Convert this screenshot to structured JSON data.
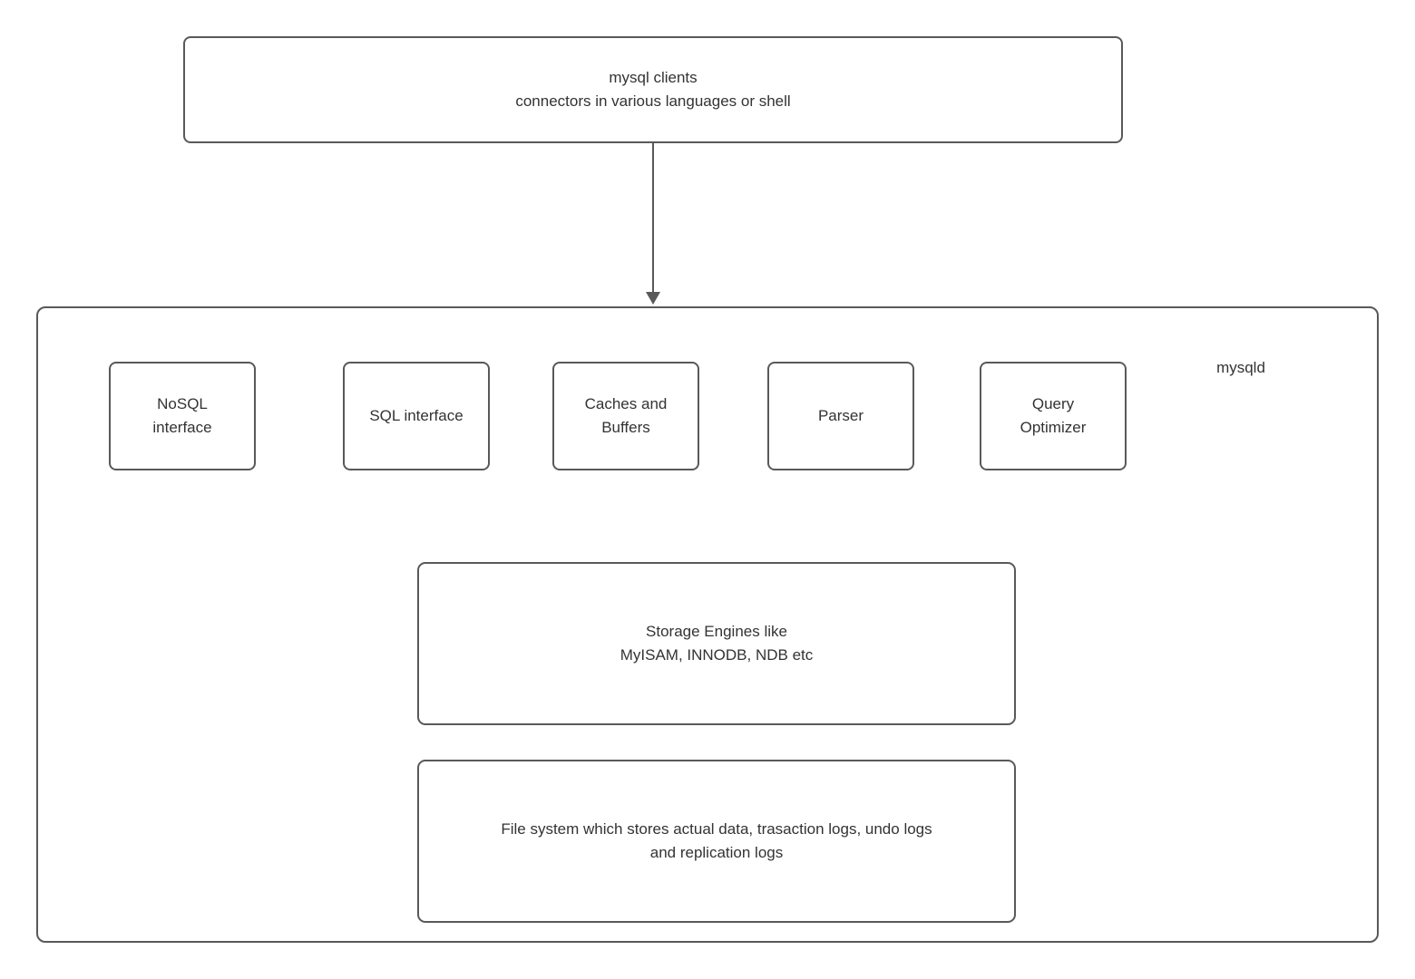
{
  "colors": {
    "border": "#595959",
    "text": "#333333",
    "background": "#ffffff"
  },
  "client_box": {
    "line1": "mysql clients",
    "line2": "connectors in various languages or shell"
  },
  "container_label": "mysqld",
  "interfaces": [
    {
      "line1": "NoSQL",
      "line2": "interface"
    },
    {
      "line1": "SQL interface",
      "line2": ""
    },
    {
      "line1": "Caches and",
      "line2": "Buffers"
    },
    {
      "line1": "Parser",
      "line2": ""
    },
    {
      "line1": "Query",
      "line2": "Optimizer"
    }
  ],
  "storage_box": {
    "line1": "Storage Engines like",
    "line2": "MyISAM, INNODB, NDB etc"
  },
  "filesystem_box": {
    "line1": "File system which stores actual data, trasaction logs, undo logs",
    "line2": "and replication logs"
  }
}
